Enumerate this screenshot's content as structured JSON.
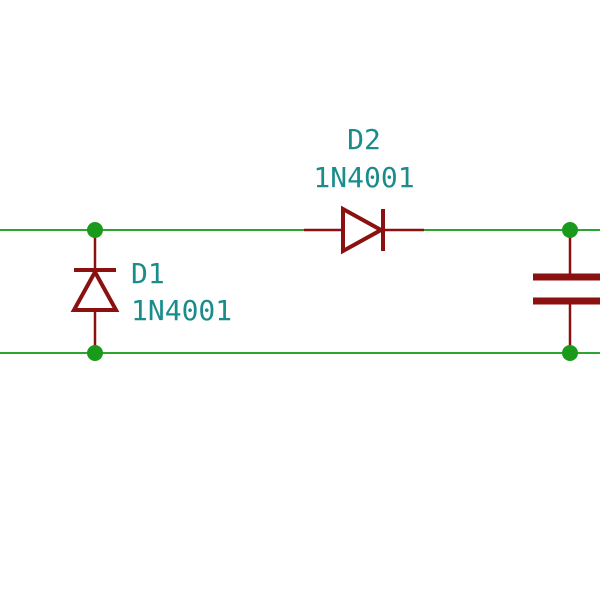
{
  "colors": {
    "wire": "#2ea52e",
    "junction": "#1a9a1a",
    "component": "#8b1010",
    "text": "#1a8c8c",
    "background": "#ffffff"
  },
  "components": {
    "d1": {
      "reference": "D1",
      "value": "1N4001",
      "type": "diode"
    },
    "d2": {
      "reference": "D2",
      "value": "1N4001",
      "type": "diode"
    },
    "c1": {
      "type": "capacitor"
    }
  }
}
